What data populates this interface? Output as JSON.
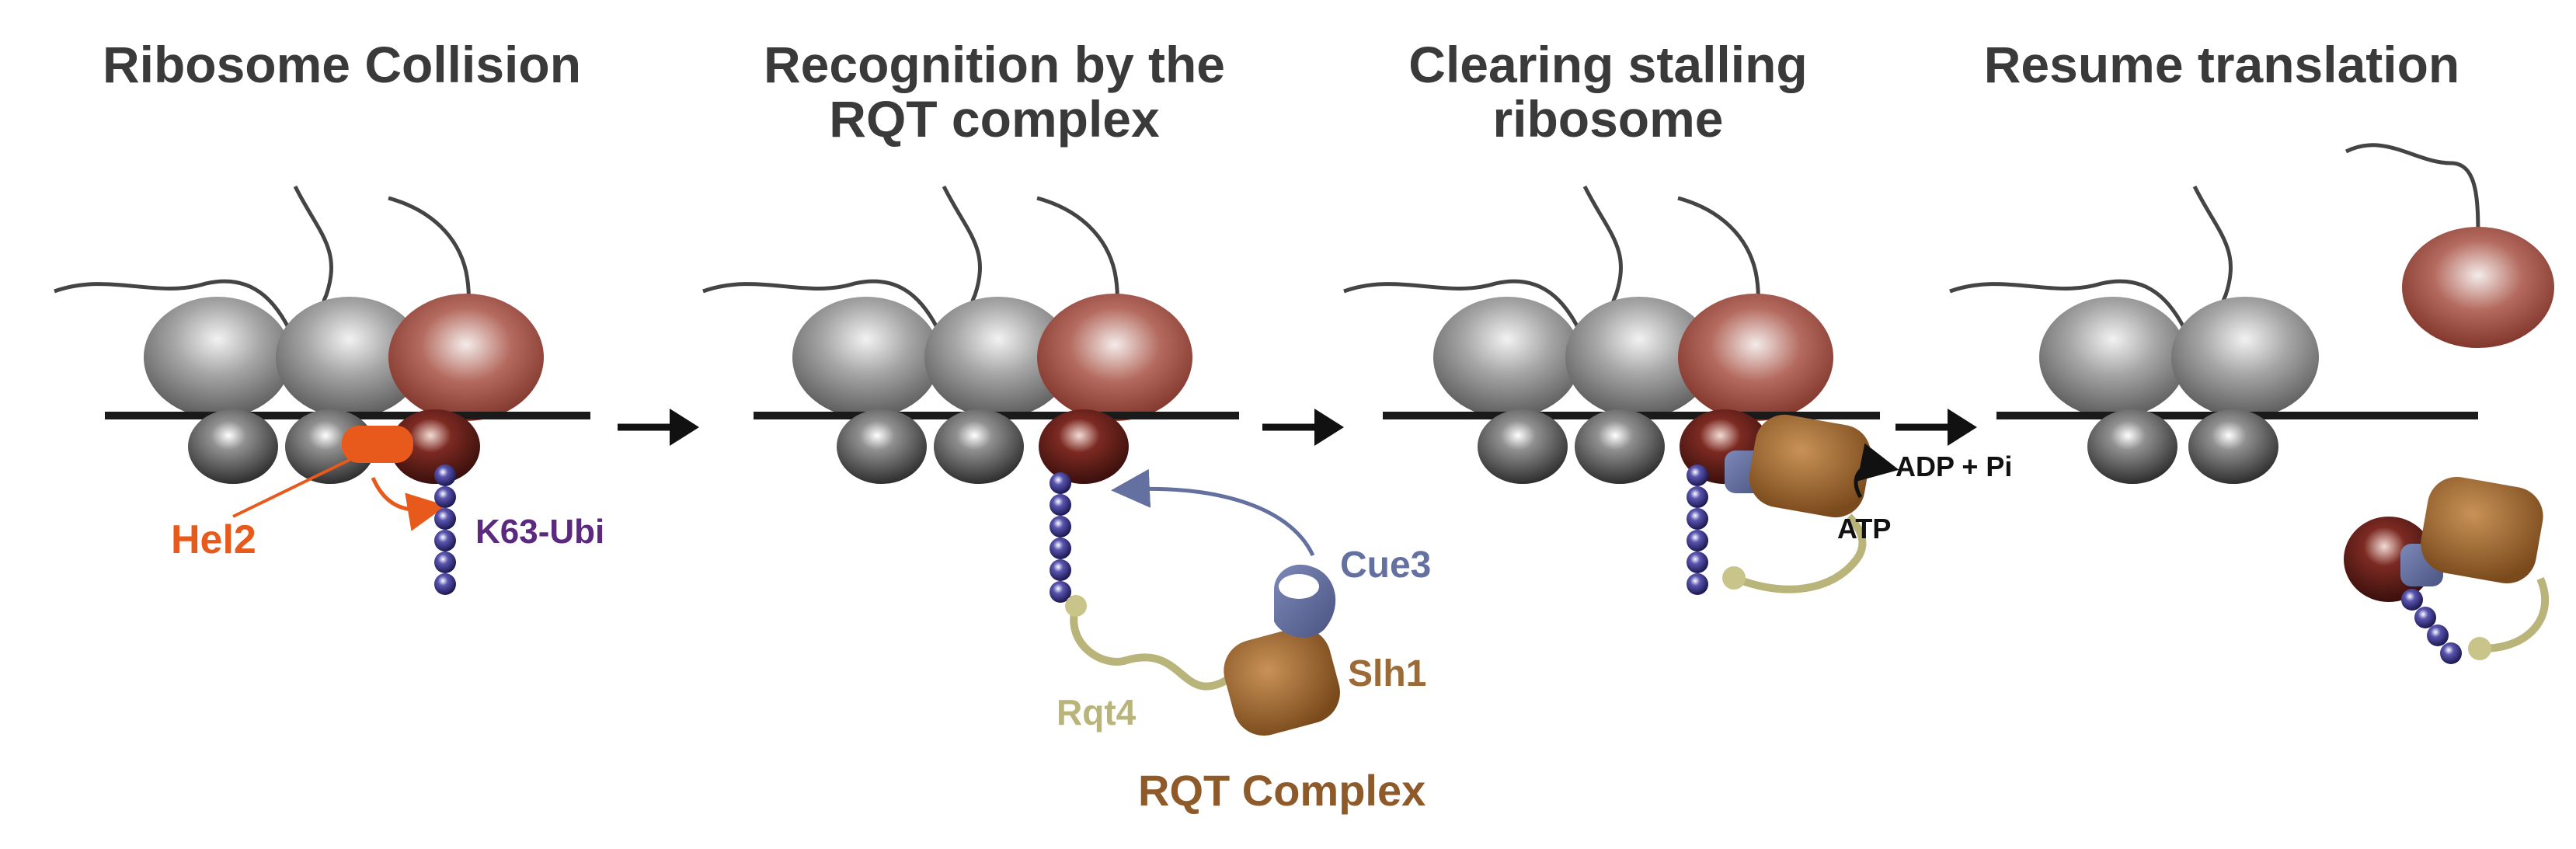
{
  "colors": {
    "title": "#3a3a3a",
    "mrna": "#1a1a1a",
    "ribosome_gray": "#8a8a8a",
    "ribosome_red": "#8a3a30",
    "hel2": "#e85a1c",
    "ubiquitin": "#3b3580",
    "ubiquitin_label": "#5b2a7e",
    "cue3": "#6470a0",
    "slh1": "#9c6a36",
    "rqt4": "#b8b47a",
    "rqt_complex": "#8e5a2a",
    "atp": "#111111"
  },
  "panels": [
    {
      "title_line1": "Ribosome Collision",
      "title_line2": ""
    },
    {
      "title_line1": "Recognition by the",
      "title_line2": "RQT complex"
    },
    {
      "title_line1": "Clearing stalling",
      "title_line2": "ribosome"
    },
    {
      "title_line1": "Resume translation",
      "title_line2": ""
    }
  ],
  "labels": {
    "hel2": "Hel2",
    "k63_ubi": "K63-Ubi",
    "cue3": "Cue3",
    "slh1": "Slh1",
    "rqt4": "Rqt4",
    "rqt_complex": "RQT Complex",
    "atp": "ATP",
    "adp_pi": "ADP + Pi"
  },
  "icons": {
    "step_arrow": "right-arrow-icon",
    "hydrolysis": "curved-arrow-icon"
  }
}
